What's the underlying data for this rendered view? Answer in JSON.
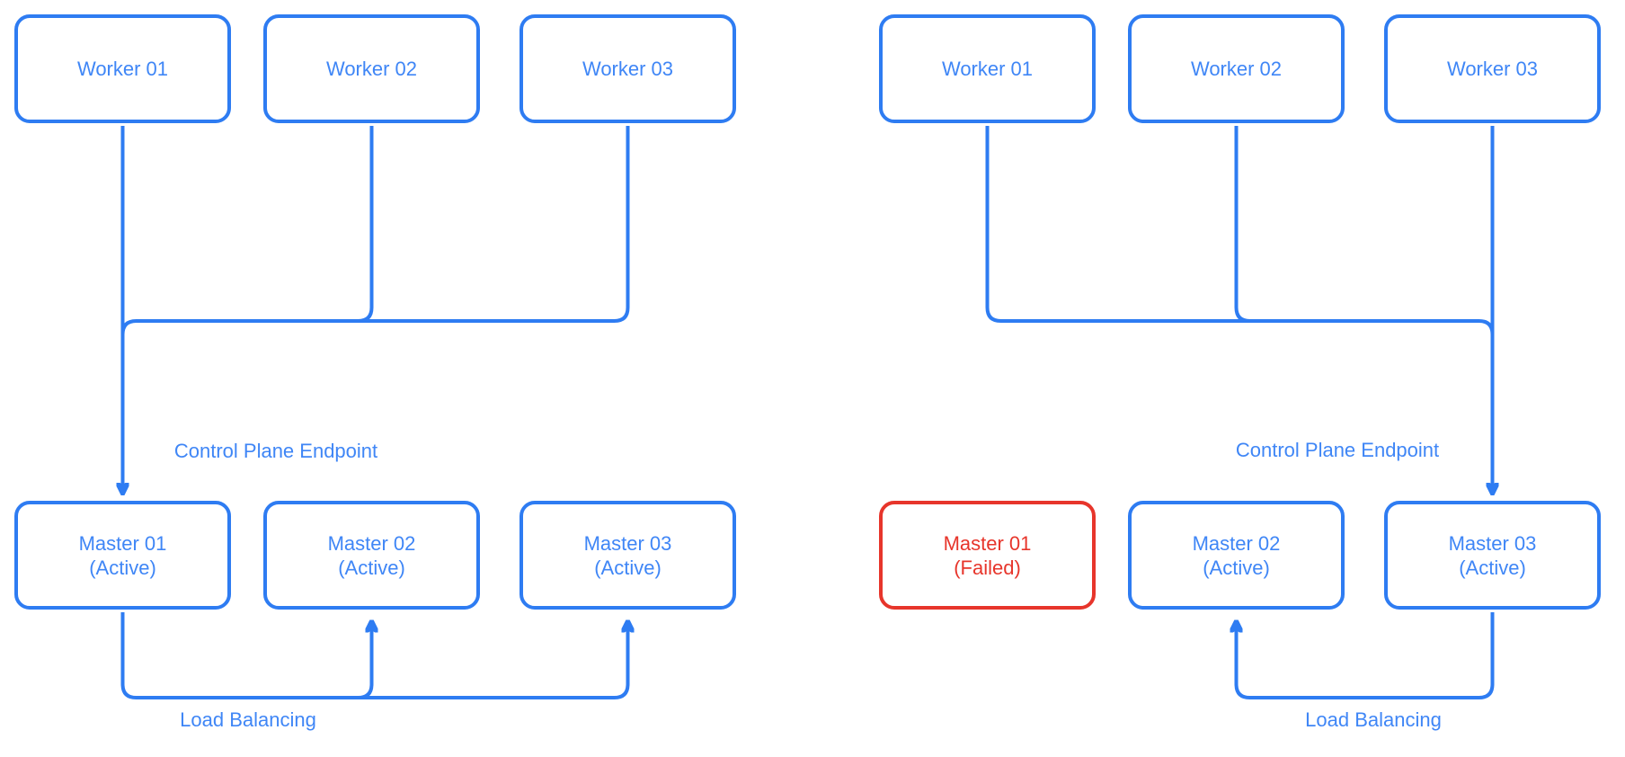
{
  "colors": {
    "blue": "#2E7CF2",
    "blue_text": "#3F86F6",
    "red": "#E7352B"
  },
  "diagrams": [
    {
      "id": "normal-cluster",
      "workers": [
        "Worker 01",
        "Worker 02",
        "Worker 03"
      ],
      "masters": [
        {
          "name": "Master 01",
          "status": "(Active)",
          "state": "active"
        },
        {
          "name": "Master 02",
          "status": "(Active)",
          "state": "active"
        },
        {
          "name": "Master 03",
          "status": "(Active)",
          "state": "active"
        }
      ],
      "labels": {
        "control_plane": "Control Plane Endpoint",
        "load_balancing": "Load Balancing"
      }
    },
    {
      "id": "failover-cluster",
      "workers": [
        "Worker 01",
        "Worker 02",
        "Worker 03"
      ],
      "masters": [
        {
          "name": "Master 01",
          "status": "(Failed)",
          "state": "failed"
        },
        {
          "name": "Master 02",
          "status": "(Active)",
          "state": "active"
        },
        {
          "name": "Master 03",
          "status": "(Active)",
          "state": "active"
        }
      ],
      "labels": {
        "control_plane": "Control Plane Endpoint",
        "load_balancing": "Load Balancing"
      }
    }
  ]
}
